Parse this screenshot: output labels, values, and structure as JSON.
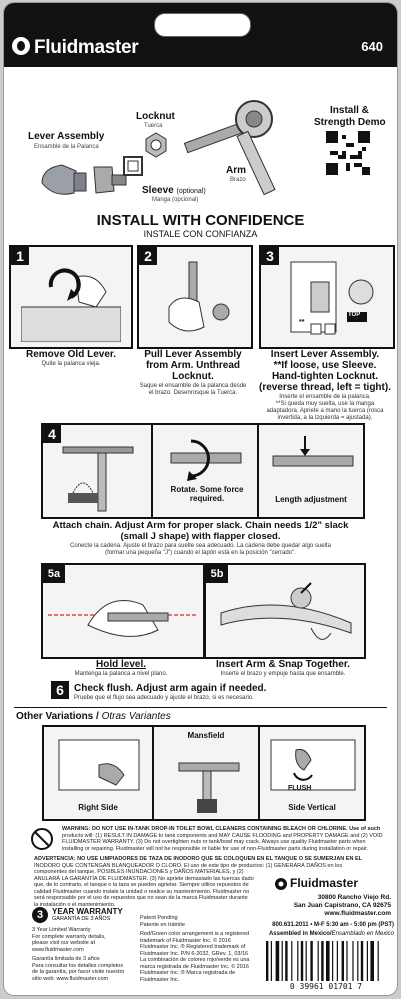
{
  "header": {
    "brand": "Fluidmaster",
    "model": "640"
  },
  "parts": {
    "lever_assembly": "Lever Assembly",
    "lever_assembly_es": "Ensamble de la Palanca",
    "locknut": "Locknut",
    "locknut_es": "Tuerca",
    "sleeve": "Sleeve",
    "sleeve_optional": "(optional)",
    "sleeve_es": "Manga (opcional)",
    "arm": "Arm",
    "arm_es": "Brazo"
  },
  "demo": {
    "title_line1": "Install &",
    "title_line2": "Strength Demo"
  },
  "title": {
    "main": "INSTALL WITH CONFIDENCE",
    "es": "INSTALE CON CONFIANZA"
  },
  "steps": {
    "s1": {
      "num": "1",
      "caption": "Remove Old Lever.",
      "caption_es": "Quite la palanca vieja."
    },
    "s2": {
      "num": "2",
      "caption_l1": "Pull Lever Assembly",
      "caption_l2": "from Arm. Unthread",
      "caption_l3": "Locknut.",
      "caption_es": "Saque el ensamble de la palanca desde el brazo. Desenrosque la Tuerca."
    },
    "s3": {
      "num": "3",
      "caption_l1": "Insert Lever Assembly.",
      "caption_l2": "**If loose, use Sleeve.",
      "caption_l3": "Hand-tighten Locknut.",
      "caption_l4": "(reverse thread, left = tight).",
      "caption_es_l1": "Inserte el ensamble de la palanca.",
      "caption_es_l2": "**Si queda muy suelta, use la manga",
      "caption_es_l3": "adaptadora. Apriete a mano la tuerca (rosca",
      "caption_es_l4": "invertida, a la izquierda = ajustada).",
      "marker": "**",
      "top_label": "TOP"
    },
    "s4": {
      "num": "4",
      "rotate_l1": "Rotate. Some force",
      "rotate_l2": "required.",
      "length": "Length adjustment",
      "caption_l1": "Attach chain. Adjust Arm for proper slack. Chain needs 1/2\" slack",
      "caption_l2": "(small J shape) with flapper closed.",
      "caption_es_l1": "Conecte la cadena. Ajuste el brazo para suelte sea adecuado. La cadena debe quedar algo suelta",
      "caption_es_l2": "(formar una pequeña \"J\") cuando el tapón está en la posición \"cerrado\"."
    },
    "s5a": {
      "num": "5a",
      "caption": "Hold level.",
      "caption_es": "Mantenga la palanca a nivel plano."
    },
    "s5b": {
      "num": "5b",
      "caption": "Insert Arm & Snap Together.",
      "caption_es": "Inserte el brazo y empuje hasta que ensamble."
    },
    "s6": {
      "num": "6",
      "caption": "Check flush. Adjust arm again if needed.",
      "caption_es": "Pruebe que el flujo sea adecuado y ajuste el brazo, si es necesario."
    }
  },
  "variations": {
    "title": "Other Variations / ",
    "title_es": "Otras Variantes",
    "right_side": "Right Side",
    "mansfield": "Mansfield",
    "side_vertical": "Side Vertical",
    "flush": "FLUSH"
  },
  "warning": {
    "en_l1": "WARNING: DO NOT USE IN-TANK DROP-IN TOILET BOWL CLEANERS CONTAINING BLEACH OR CHLORINE. Use of such",
    "en_l2": "products will: (1) RESULT IN DAMAGE to tank components and MAY CAUSE FLOODING and PROPERTY DAMAGE and (2) VOID",
    "en_l3": "FLUIDMASTER WARRANTY. (3) Do not overtighten nuts or tank/bowl may crack. Always use quality Fluidmaster parts when",
    "en_l4": "installing or repairing. Fluidmaster will not be responsible or liable for use of non-Fluidmaster parts during installation or repair.",
    "es_l1": "ADVERTENCIA: NO USE LIMPIADORES DE TAZA DE INODORO QUE SE COLOQUEN EN EL TANQUE O SE SUMERJAN EN EL",
    "es_l2": "INODORO QUE CONTENGAN BLANQUEADOR O CLORO. El uso de este tipo de productos: (1) GENERARÁ DAÑOS en los",
    "es_l3": "componentes del tanque, POSIBLES INUNDACIONES y DAÑOS MATERIALES, y (2)",
    "es_l4": "ANULARÁ LA GARANTÍA DE FLUIDMASTER. (3) No apriete demasiado las tuercas dado",
    "es_l5": "que, de lo contrario, el tanque o la taza se pueden agrietar. Siempre utilice repuestos de",
    "es_l6": "calidad Fluidmaster cuando instale la unidad o realice su mantenimiento. Fluidmaster no",
    "es_l7": "será responsable por el uso de repuestos que no sean de la marca Fluidmaster durante",
    "es_l8": "la instalación o el mantenimiento."
  },
  "footer": {
    "warranty_years": "3",
    "warranty_title": "YEAR WARRANTY",
    "warranty_es": "GARANTÍA DE 3 AÑOS",
    "limited": "3 Year Limited Warranty",
    "limited_l2": "For complete warranty details,",
    "limited_l3": "please visit our website at",
    "limited_url": "www.fluidmaster.com",
    "limited_es_l1": "Garantía limitada de 3 años",
    "limited_es_l2": "Para consultar los detalles completos",
    "limited_es_l3": "de la garantía, por favor visite nuestro",
    "limited_es_l4": "sitio web: www.fluidmaster.com",
    "patent": "Patent Pending",
    "patent_es": "Patente en trámite",
    "tm_l1": "Red/Green color arrangement is a registered",
    "tm_l2": "trademark of Fluidmaster Inc. © 2016",
    "tm_l3": "Fluidmaster Inc. ® Registered trademark of",
    "tm_l4": "Fluidmaster Inc. P/N 6-2032, GRev. 1, 03/16",
    "tm_es_l1": "La combinación de colores rojo/verde es una",
    "tm_es_l2": "marca registrada de Fluidmaster Inc. © 2016",
    "tm_es_l3": "Fluidmaster Inc. ® Marca registrada de",
    "tm_es_l4": "Fluidmaster Inc.",
    "brand": "Fluidmaster",
    "addr_l1": "30800 Rancho Viejo Rd.",
    "addr_l2": "San Juan Capistrano, CA 92675",
    "web": "www.fluidmaster.com",
    "phone": "800.631.2011 • M-F 5:30 am - 5:00 pm (PST)",
    "assembled": "Assembled in Mexico/",
    "assembled_es": "Ensamblado en Mexico",
    "barcode_digits": "0 39961 01701 7"
  }
}
